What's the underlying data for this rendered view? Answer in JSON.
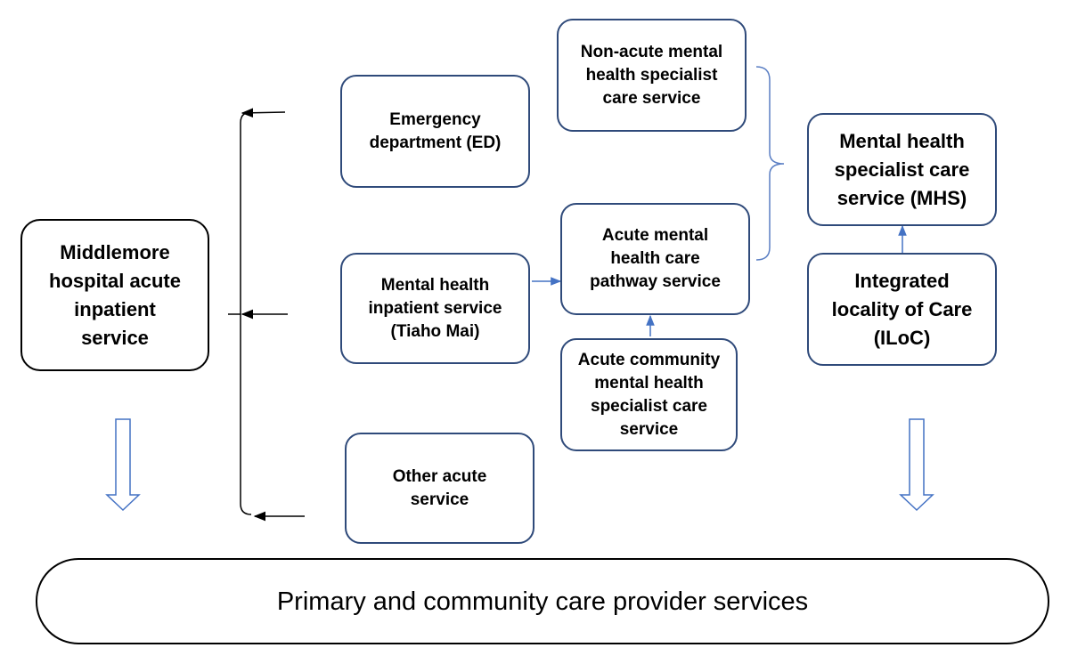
{
  "diagram": {
    "left_box": "Middlemore\nhospital acute\ninpatient\nservice",
    "emergency_box": "Emergency\ndepartment (ED)",
    "mh_inpatient_box": "Mental health\ninpatient service\n(Tiaho Mai)",
    "other_acute_box": "Other acute\nservice",
    "nonacute_box": "Non-acute mental\nhealth specialist\ncare service",
    "acute_pathway_box": "Acute mental\nhealth care\npathway service",
    "acute_community_box": "Acute community\nmental health\nspecialist care\nservice",
    "mhs_box": "Mental health\nspecialist care\nservice (MHS)",
    "iloc_box": "Integrated\nlocality of Care\n(ILoC)",
    "bottom_box": "Primary and community care provider services"
  },
  "colors": {
    "box_border_blue": "#2f4a7a",
    "arrow_blue": "#4472c4",
    "bracket_blue": "#5b7fc4",
    "black": "#000000"
  }
}
